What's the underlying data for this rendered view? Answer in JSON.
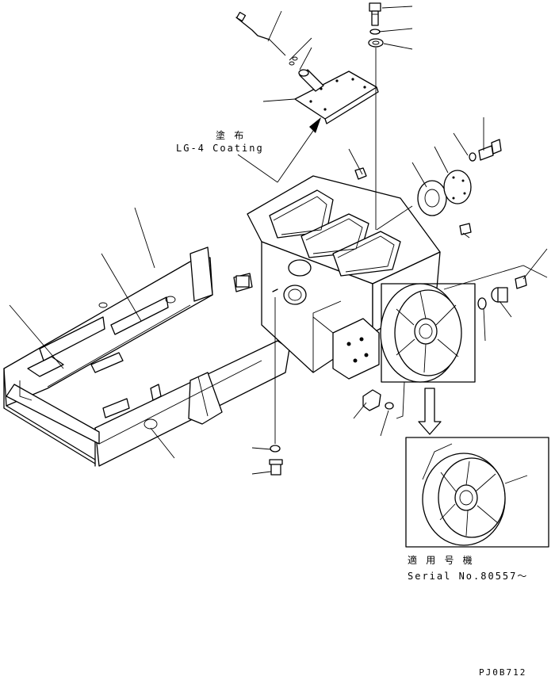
{
  "coating_note": {
    "jp": "塗 布",
    "en": "LG-4 Coating"
  },
  "serial_note": {
    "jp": "適 用 号 機",
    "en": "Serial No.80557～"
  },
  "figure_id": "PJ0B712"
}
